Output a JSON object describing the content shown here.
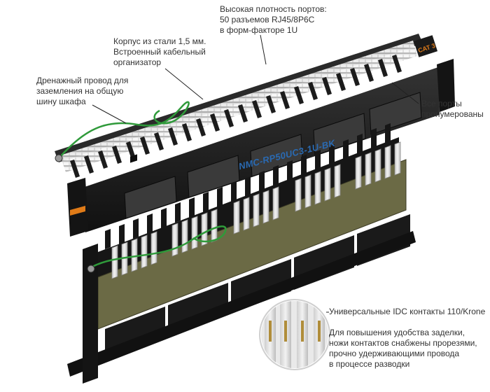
{
  "callouts": {
    "density": "Высокая плотность портов:\n50 разъемов RJ45/8P6C\nв форм-факторе 1U",
    "steel": "Корпус из стали 1,5 мм.\nВстроенный кабельный\nорганизатор",
    "drain": "Дренажный провод для\nзаземления на общую\nшину шкафа",
    "ports": "Все порты\nпронумерованы",
    "idc_title": "Универсальные IDC контакты 110/Krone",
    "idc_desc": "Для повышения удобства заделки,\nножи контактов снабжены прорезями,\nпрочно удерживающими провода\nв процессе разводки"
  },
  "product": {
    "model": "NMC-RP50UC3-1U-BK",
    "category_badge": "CAT 3"
  },
  "colors": {
    "panel_black": "#1a1a1a",
    "idc_white": "#e6e6e6",
    "pcb_olive": "#6b6a45",
    "ground_wire": "#2f9a3a",
    "model_blue": "#2a6ab2",
    "badge_orange": "#e07b18"
  }
}
